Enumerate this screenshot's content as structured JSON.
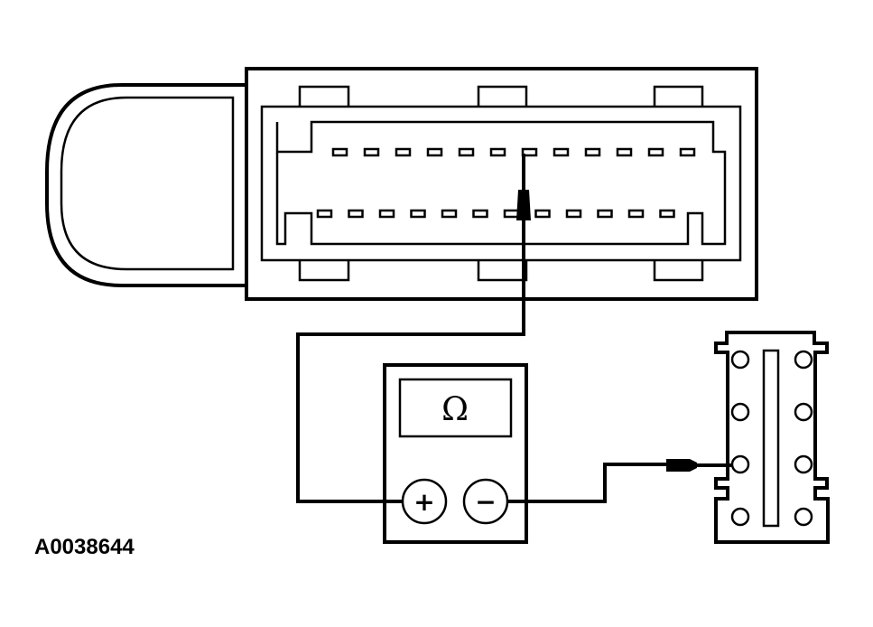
{
  "figure_id": "A0038644",
  "meter": {
    "display_symbol": "Ω",
    "positive_terminal": "+",
    "negative_terminal": "−"
  },
  "connector_a": {
    "top_row_pins": 12,
    "bottom_row_pins": 12
  },
  "connector_b": {
    "hole_rows": 4,
    "hole_columns": 2
  }
}
